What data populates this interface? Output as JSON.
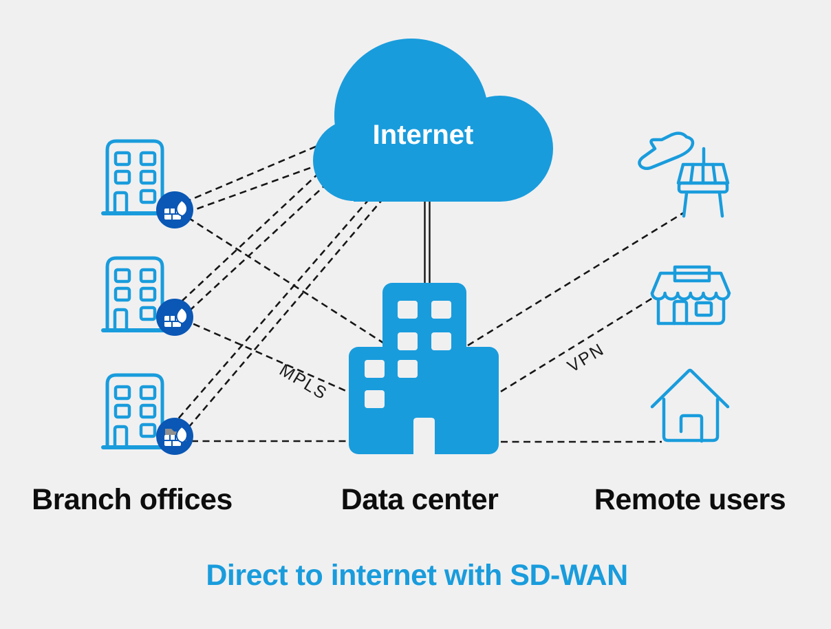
{
  "diagram": {
    "internet_label": "Internet",
    "connection_labels": {
      "mpls": "MPLS",
      "vpn": "VPN"
    },
    "group_labels": {
      "branch_offices": "Branch offices",
      "data_center": "Data center",
      "remote_users": "Remote users"
    },
    "caption": "Direct to internet with SD-WAN",
    "branch_count": 3,
    "remote_user_icons": [
      "airplane-airport",
      "storefront",
      "home"
    ],
    "connections": {
      "branch_to_internet": "double dashed lines",
      "branch_to_datacenter": "MPLS dashed line",
      "datacenter_to_remote": "VPN dashed line",
      "internet_to_datacenter": "double solid line"
    },
    "colors": {
      "primary_blue": "#199CDC",
      "badge_blue": "#0A57B5",
      "line_color": "#161616",
      "background": "#F0F0F1",
      "folder_gray": "#8F8F8F"
    }
  }
}
